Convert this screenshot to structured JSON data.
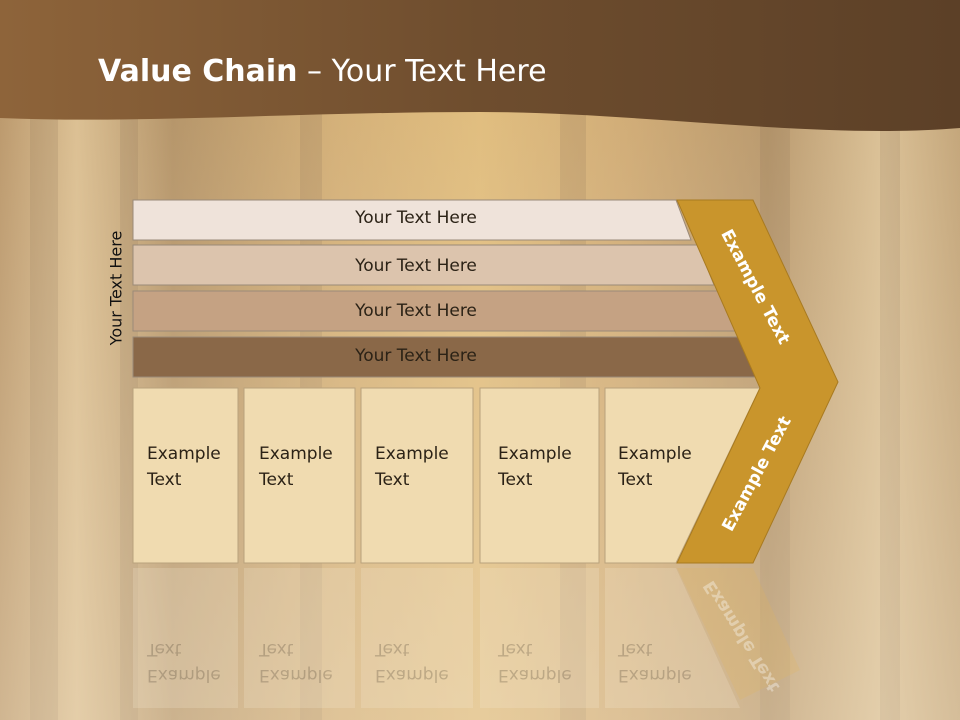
{
  "slide": {
    "title_bold": "Value Chain",
    "title_rest": " – Your Text Here",
    "side_label": "Your Text Here"
  },
  "rows": [
    {
      "label": "Your Text Here",
      "color": "#efe3da"
    },
    {
      "label": "Your Text Here",
      "color": "#dcc4ad"
    },
    {
      "label": "Your Text Here",
      "color": "#c5a283"
    },
    {
      "label": "Your Text Here",
      "color": "#8a6848"
    }
  ],
  "columns": [
    {
      "label": "Example\nText"
    },
    {
      "label": "Example\nText"
    },
    {
      "label": "Example\nText"
    },
    {
      "label": "Example\nText"
    },
    {
      "label": "Example\nText"
    }
  ],
  "chevron": {
    "upper_label": "Example Text",
    "lower_label": "Example Text",
    "color": "#c9952c"
  },
  "colors": {
    "header": "#6b4a2b",
    "column_fill": "#f0dbb0",
    "background": "#a8834e"
  }
}
